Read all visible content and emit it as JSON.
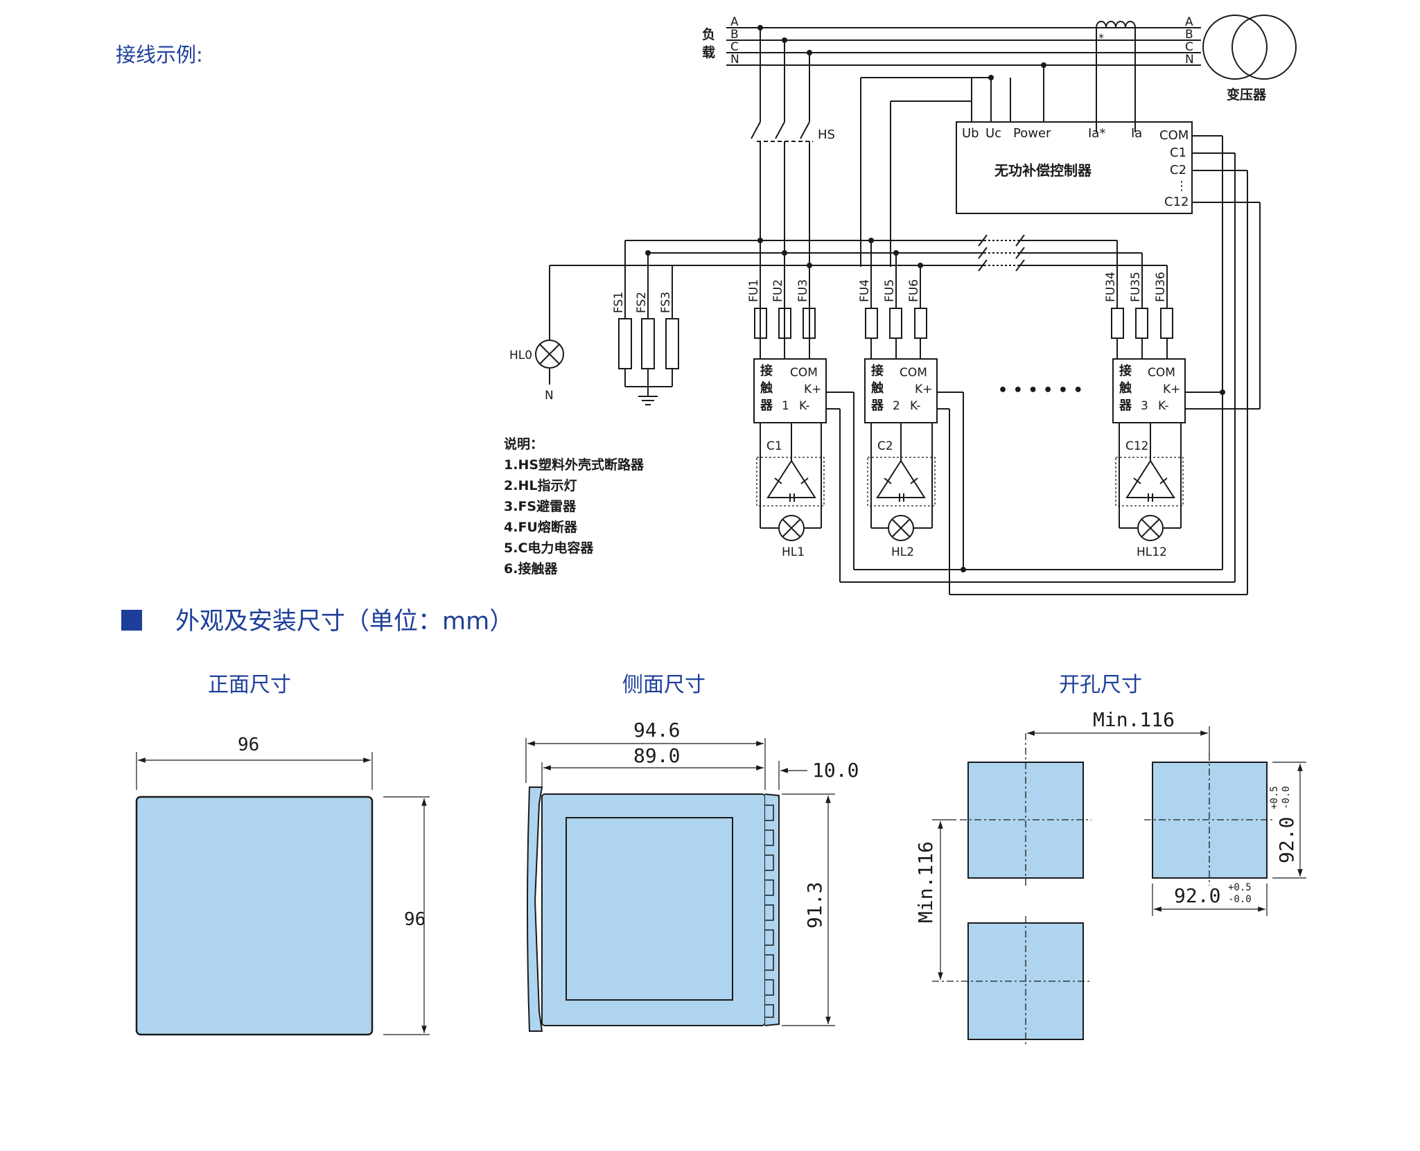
{
  "titles": {
    "wiring_example": "接线示例:",
    "section": "外观及安装尺寸（单位：mm）",
    "front": "正面尺寸",
    "side": "侧面尺寸",
    "cutout": "开孔尺寸"
  },
  "wiring": {
    "load_label_1": "负",
    "load_label_2": "载",
    "phase_a": "A",
    "phase_b": "B",
    "phase_c": "C",
    "phase_n": "N",
    "transformer": "变压器",
    "ct_mark": "*",
    "switch": "HS",
    "controller": {
      "name": "无功补偿控制器",
      "ub": "Ub",
      "uc": "Uc",
      "power": "Power",
      "ia_star": "Ia*",
      "ia": "Ia",
      "com": "COM",
      "c1": "C1",
      "c2": "C2",
      "c12": "C12",
      "dots": "⋮"
    },
    "hl0": "HL0",
    "neutral": "N",
    "fs1": "FS1",
    "fs2": "FS2",
    "fs3": "FS3",
    "fuses": [
      "FU1",
      "FU2",
      "FU3",
      "FU4",
      "FU5",
      "FU6",
      "FU34",
      "FU35",
      "FU36"
    ],
    "contactor_char_1": "接",
    "contactor_char_2": "触",
    "contactor_char_3": "器",
    "contactor_numbers": [
      "1",
      "2",
      "3"
    ],
    "contactor_com": "COM",
    "contactor_kplus": "K+",
    "contactor_kminus": "K-",
    "capacitors": [
      "C1",
      "C2",
      "C12"
    ],
    "lamps": [
      "HL1",
      "HL2",
      "HL12"
    ],
    "ellipsis": "• • •   • • •"
  },
  "legend": {
    "title": "说明：",
    "items": [
      "1.HS塑料外壳式断路器",
      "2.HL指示灯",
      "3.FS避雷器",
      "4.FU熔断器",
      "5.C电力电容器",
      "6.接触器"
    ]
  },
  "dimensions": {
    "front_width": "96",
    "front_height": "96",
    "side_total": "94.6",
    "side_body": "89.0",
    "side_flange": "10.0",
    "side_height": "91.3",
    "cut_min_h": "Min.116",
    "cut_min_v": "Min.116",
    "cut_size": "92.0",
    "tol_plus": "+0.5",
    "tol_minus": "-0.0"
  },
  "colors": {
    "title_blue": "#1d3f9a",
    "panel_fill": "#aed4ef",
    "line": "#1a1a1a"
  }
}
